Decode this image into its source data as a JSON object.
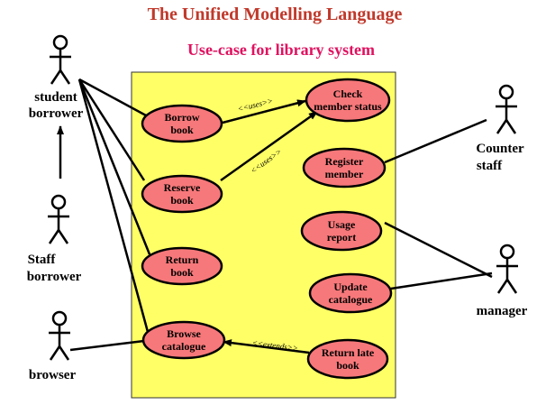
{
  "title": "The Unified Modelling Language",
  "subtitle": "Use-case for library  system",
  "colors": {
    "title": "#c0392b",
    "subtitle": "#e0115f",
    "system_box": "#ffff66",
    "use_case_fill": "#f7787a",
    "use_case_stroke": "#000000"
  },
  "actors": {
    "student": [
      "student",
      "borrower"
    ],
    "staff": [
      "Staff",
      "borrower"
    ],
    "browser": [
      "browser"
    ],
    "counter": [
      "Counter",
      "staff"
    ],
    "manager": [
      "manager"
    ]
  },
  "use_cases": {
    "check_status": [
      "Check",
      "member status"
    ],
    "borrow": [
      "Borrow",
      "book"
    ],
    "reserve": [
      "Reserve",
      "book"
    ],
    "register": [
      "Register",
      "member"
    ],
    "usage": [
      "Usage",
      "report"
    ],
    "return": [
      "Return",
      "book"
    ],
    "update": [
      "Update",
      "catalogue"
    ],
    "browse": [
      "Browse",
      "catalogue"
    ],
    "return_late": [
      "Return late",
      "book"
    ]
  },
  "relations": {
    "uses_1": "<<uses>>",
    "uses_2": "<<uses>>",
    "extends": "<<extends>>"
  }
}
